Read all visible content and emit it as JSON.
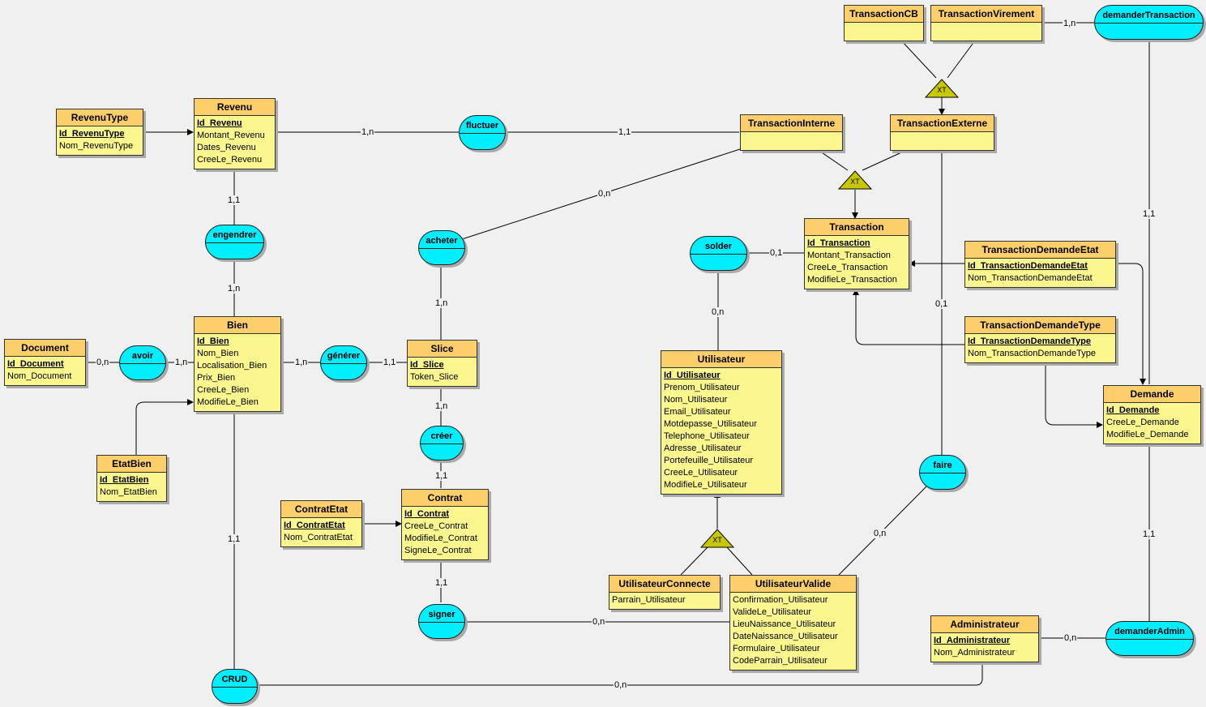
{
  "entities": {
    "revenuType": {
      "title": "RevenuType",
      "attrs": [
        "Id_RevenuType",
        "Nom_RevenuType"
      ]
    },
    "revenu": {
      "title": "Revenu",
      "attrs": [
        "Id_Revenu",
        "Montant_Revenu",
        "Dates_Revenu",
        "CreeLe_Revenu"
      ]
    },
    "transactionCB": {
      "title": "TransactionCB",
      "attrs": []
    },
    "transactionVirement": {
      "title": "TransactionVirement",
      "attrs": []
    },
    "transactionInterne": {
      "title": "TransactionInterne",
      "attrs": []
    },
    "transactionExterne": {
      "title": "TransactionExterne",
      "attrs": []
    },
    "transaction": {
      "title": "Transaction",
      "attrs": [
        "Id_Transaction",
        "Montant_Transaction",
        "CreeLe_Transaction",
        "ModifieLe_Transaction"
      ]
    },
    "transactionDemandeEtat": {
      "title": "TransactionDemandeEtat",
      "attrs": [
        "Id_TransactionDemandeEtat",
        "Nom_TransactionDemandeEtat"
      ]
    },
    "transactionDemandeType": {
      "title": "TransactionDemandeType",
      "attrs": [
        "Id_TransactionDemandeType",
        "Nom_TransactionDemandeType"
      ]
    },
    "demande": {
      "title": "Demande",
      "attrs": [
        "Id_Demande",
        "CreeLe_Demande",
        "ModifieLe_Demande"
      ]
    },
    "document": {
      "title": "Document",
      "attrs": [
        "Id_Document",
        "Nom_Document"
      ]
    },
    "bien": {
      "title": "Bien",
      "attrs": [
        "Id_Bien",
        "Nom_Bien",
        "Localisation_Bien",
        "Prix_Bien",
        "CreeLe_Bien",
        "ModifieLe_Bien"
      ]
    },
    "slice": {
      "title": "Slice",
      "attrs": [
        "Id_Slice",
        "Token_Slice"
      ]
    },
    "etatBien": {
      "title": "EtatBien",
      "attrs": [
        "Id_EtatBien",
        "Nom_EtatBien"
      ]
    },
    "contratEtat": {
      "title": "ContratEtat",
      "attrs": [
        "Id_ContratEtat",
        "Nom_ContratEtat"
      ]
    },
    "contrat": {
      "title": "Contrat",
      "attrs": [
        "Id_Contrat",
        "CreeLe_Contrat",
        "ModifieLe_Contrat",
        "SigneLe_Contrat"
      ]
    },
    "utilisateur": {
      "title": "Utilisateur",
      "attrs": [
        "Id_Utilisateur",
        "Prenom_Utilisateur",
        "Nom_Utilisateur",
        "Email_Utilisateur",
        "Motdepasse_Utilisateur",
        "Telephone_Utilisateur",
        "Adresse_Utilisateur",
        "Portefeuille_Utilisateur",
        "CreeLe_Utilisateur",
        "ModifieLe_Utilisateur"
      ]
    },
    "utilisateurConnecte": {
      "title": "UtilisateurConnecte",
      "attrs": [
        "Parrain_Utilisateur"
      ]
    },
    "utilisateurValide": {
      "title": "UtilisateurValide",
      "attrs": [
        "Confirmation_Utilisateur",
        "ValideLe_Utilisateur",
        "LieuNaissance_Utilisateur",
        "DateNaissance_Utilisateur",
        "Formulaire_Utilisateur",
        "CodeParrain_Utilisateur"
      ]
    },
    "administrateur": {
      "title": "Administrateur",
      "attrs": [
        "Id_Administrateur",
        "Nom_Administrateur"
      ]
    }
  },
  "relations": {
    "demanderTransaction": "demanderTransaction",
    "fluctuer": "fluctuer",
    "engendrer": "engendrer",
    "acheter": "acheter",
    "solder": "solder",
    "avoir": "avoir",
    "generer": "générer",
    "creer": "créer",
    "faire": "faire",
    "signer": "signer",
    "demanderAdmin": "demanderAdmin",
    "crud": "CRUD"
  },
  "inheritance_label": "XT",
  "cardinalities": {
    "c1": "1,n",
    "c2": "1,n",
    "c3": "1,1",
    "c4": "0,n",
    "c5": "1,1",
    "c6": "1,n",
    "c7": "0,1",
    "c8": "0,1",
    "c9": "1,n",
    "c10": "0,n",
    "c11": "1,1",
    "c12": "0,n",
    "c13": "1,n",
    "c14": "1,n",
    "c15": "1,1",
    "c16": "1,n",
    "c17": "1,1",
    "c18": "1,1",
    "c19": "0,n",
    "c20": "1,1",
    "c21": "0,n",
    "c22": "1,1",
    "c23": "0,n",
    "c24": "0,n"
  },
  "colors": {
    "entity_header": "#fccf6a",
    "entity_body": "#fbf78e",
    "relation": "#00eefe",
    "inheritance": "#c8c800",
    "background": "#f0f0f0"
  }
}
